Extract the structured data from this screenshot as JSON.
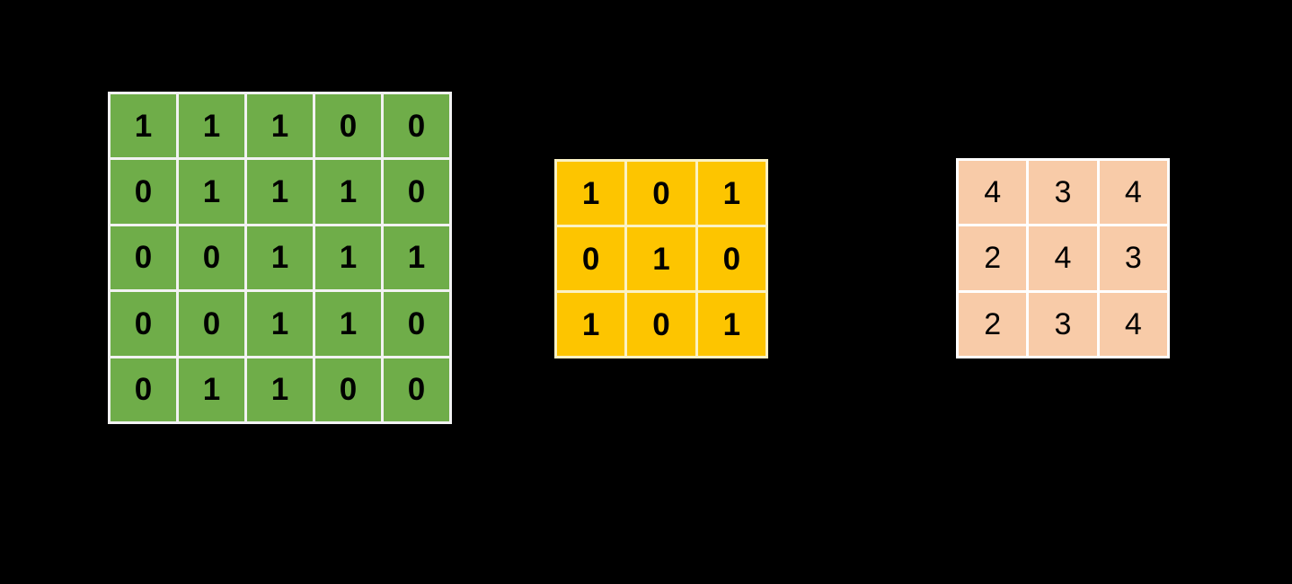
{
  "background_color": "#000000",
  "chart_data": {
    "type": "table",
    "title": "",
    "description": "Three numeric grids shown side by side: a 5x5 binary input matrix, a 3x3 binary kernel, and a 3x3 numeric result matrix.",
    "grids": [
      {
        "name": "input-matrix",
        "rows": 5,
        "cols": 5,
        "fill_color": "#6FAD49",
        "grid_line_color": "#FFFFFF",
        "text_color": "#000000",
        "values": [
          [
            1,
            1,
            1,
            0,
            0
          ],
          [
            0,
            1,
            1,
            1,
            0
          ],
          [
            0,
            0,
            1,
            1,
            1
          ],
          [
            0,
            0,
            1,
            1,
            0
          ],
          [
            0,
            1,
            1,
            0,
            0
          ]
        ]
      },
      {
        "name": "kernel-matrix",
        "rows": 3,
        "cols": 3,
        "fill_color": "#FDC500",
        "grid_line_color": "#FBF2C4",
        "text_color": "#000000",
        "values": [
          [
            1,
            0,
            1
          ],
          [
            0,
            1,
            0
          ],
          [
            1,
            0,
            1
          ]
        ]
      },
      {
        "name": "output-matrix",
        "rows": 3,
        "cols": 3,
        "fill_color": "#F8CBA8",
        "grid_line_color": "#FFFFFF",
        "text_color": "#000000",
        "values": [
          [
            4,
            3,
            4
          ],
          [
            2,
            4,
            3
          ],
          [
            2,
            3,
            4
          ]
        ]
      }
    ]
  },
  "matrices": {
    "input": {
      "label": "input-matrix",
      "cells": [
        "1",
        "1",
        "1",
        "0",
        "0",
        "0",
        "1",
        "1",
        "1",
        "0",
        "0",
        "0",
        "1",
        "1",
        "1",
        "0",
        "0",
        "1",
        "1",
        "0",
        "0",
        "1",
        "1",
        "0",
        "0"
      ]
    },
    "kernel": {
      "label": "kernel-matrix",
      "cells": [
        "1",
        "0",
        "1",
        "0",
        "1",
        "0",
        "1",
        "0",
        "1"
      ]
    },
    "output": {
      "label": "output-matrix",
      "cells": [
        "4",
        "3",
        "4",
        "2",
        "4",
        "3",
        "2",
        "3",
        "4"
      ]
    }
  }
}
